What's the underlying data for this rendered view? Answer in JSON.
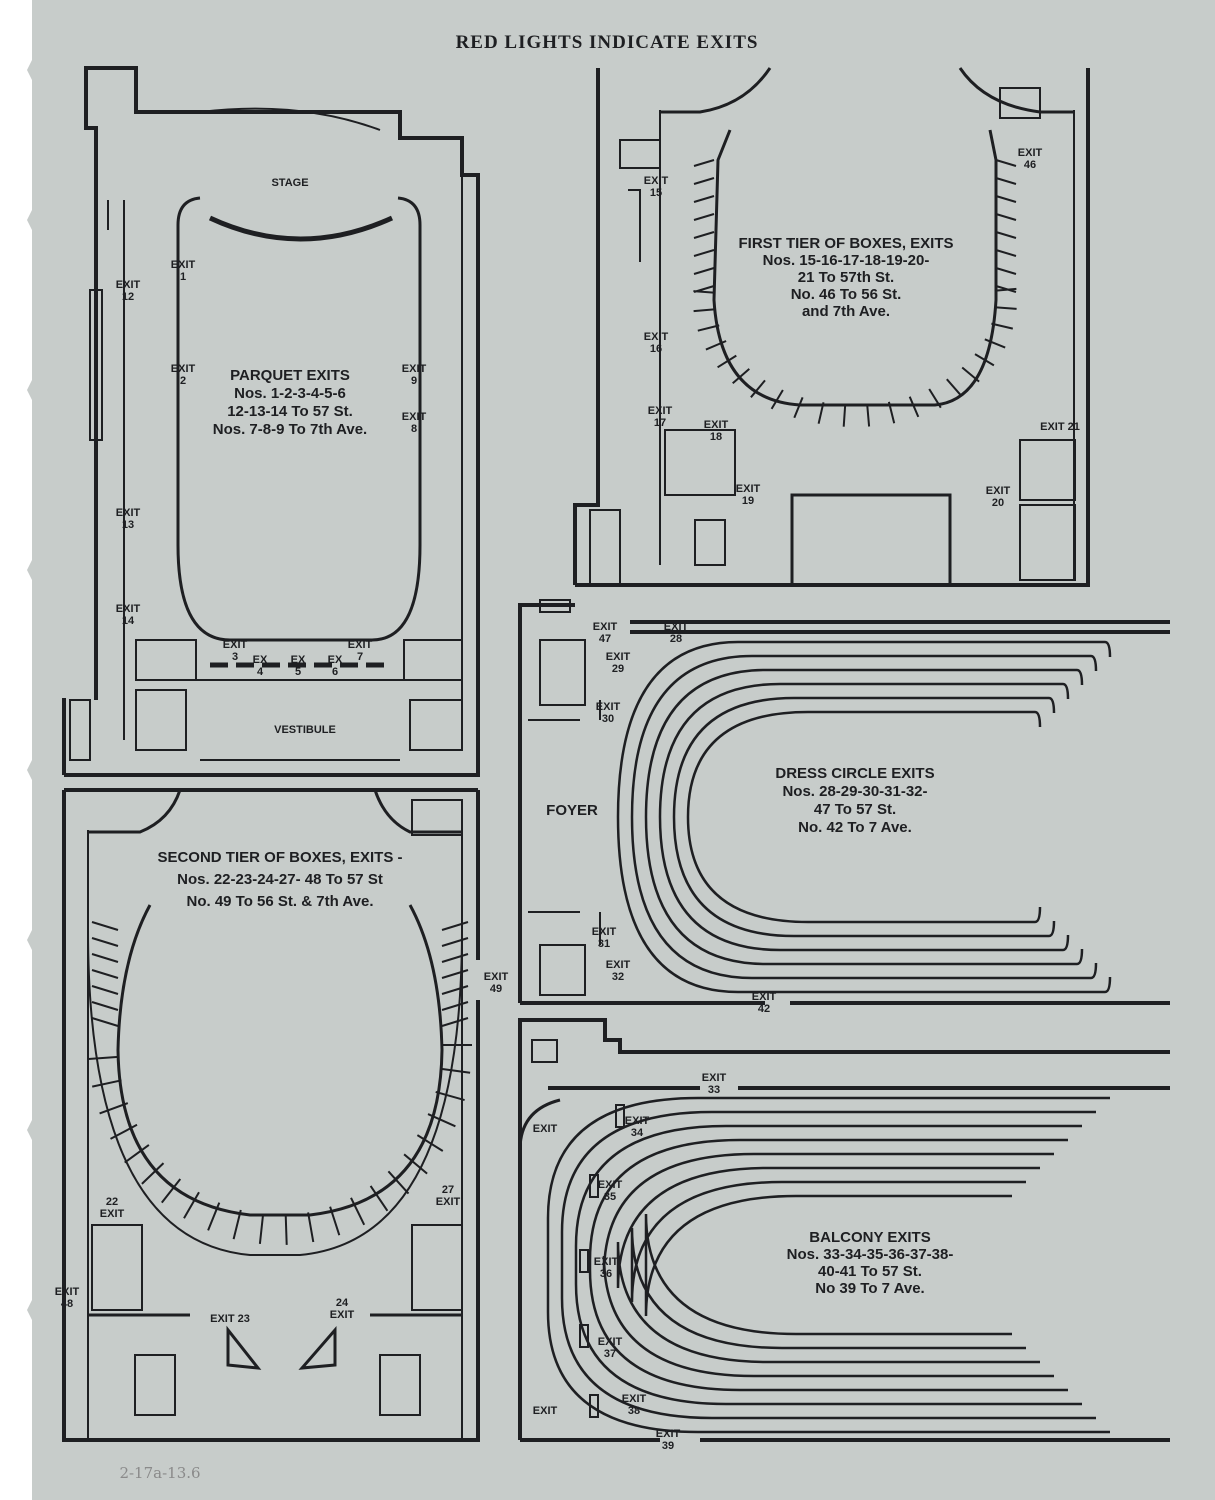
{
  "header": {
    "title": "RED LIGHTS INDICATE EXITS"
  },
  "colors": {
    "paper": "#c7ccca",
    "ink": "#1e1f22",
    "page_edge": "#ffffff"
  },
  "parquet": {
    "stage_label": "STAGE",
    "vestibule_label": "VESTIBULE",
    "caption": [
      "PARQUET EXITS",
      "Nos. 1-2-3-4-5-6",
      "12-13-14 To 57 St.",
      "Nos. 7-8-9 To 7th Ave."
    ],
    "exits": {
      "e1": [
        "EXIT",
        "1"
      ],
      "e2": [
        "EXIT",
        "2"
      ],
      "e9": [
        "EXIT",
        "9"
      ],
      "e8": [
        "EXIT",
        "8"
      ],
      "e12": [
        "EXIT",
        "12"
      ],
      "e13": [
        "EXIT",
        "13"
      ],
      "e14": [
        "EXIT",
        "14"
      ],
      "e3": [
        "EXIT",
        "3"
      ],
      "e4": [
        "EX",
        "4"
      ],
      "e5": [
        "EX",
        "5"
      ],
      "e6": [
        "EX",
        "6"
      ],
      "e7": [
        "EXIT",
        "7"
      ]
    }
  },
  "first_tier": {
    "caption": [
      "FIRST TIER OF BOXES, EXITS",
      "Nos. 15-16-17-18-19-20-",
      "21 To 57th St.",
      "No. 46 To 56 St.",
      "and 7th Ave."
    ],
    "exits": {
      "e15": [
        "EXIT",
        "15"
      ],
      "e16": [
        "EXIT",
        "16"
      ],
      "e17": [
        "EXIT",
        "17"
      ],
      "e18": [
        "EXIT",
        "18"
      ],
      "e19": [
        "EXIT",
        "19"
      ],
      "e20": [
        "EXIT",
        "20"
      ],
      "e21": [
        "EXIT 21"
      ],
      "e46": [
        "EXIT",
        "46"
      ]
    }
  },
  "dress_circle": {
    "foyer_label": "FOYER",
    "caption": [
      "DRESS CIRCLE EXITS",
      "Nos. 28-29-30-31-32-",
      "47 To 57 St.",
      "No. 42 To 7 Ave."
    ],
    "exits": {
      "e47": [
        "EXIT",
        "47"
      ],
      "e28": [
        "EXIT",
        "28"
      ],
      "e29": [
        "EXIT",
        "29"
      ],
      "e30": [
        "EXIT",
        "30"
      ],
      "e31": [
        "EXIT",
        "31"
      ],
      "e32": [
        "EXIT",
        "32"
      ],
      "e42": [
        "EXIT",
        "42"
      ]
    }
  },
  "second_tier": {
    "caption": [
      "SECOND TIER OF BOXES, EXITS -",
      "Nos. 22-23-24-27- 48 To 57 St",
      "No. 49 To 56 St. & 7th Ave."
    ],
    "exits": {
      "e49": [
        "EXIT",
        "49"
      ],
      "e22": [
        "22",
        "EXIT"
      ],
      "e27": [
        "27",
        "EXIT"
      ],
      "e48": [
        "EXIT",
        "48"
      ],
      "e23": [
        "EXIT 23"
      ],
      "e24": [
        "24",
        "EXIT"
      ]
    }
  },
  "balcony": {
    "caption": [
      "BALCONY EXITS",
      "Nos. 33-34-35-36-37-38-",
      "40-41 To 57 St.",
      "No 39 To 7 Ave."
    ],
    "exits": {
      "e33": [
        "EXIT",
        "33"
      ],
      "e34": [
        "EXIT",
        "34"
      ],
      "e35": [
        "EXIT",
        "35"
      ],
      "e36": [
        "EXIT",
        "36"
      ],
      "e37": [
        "EXIT",
        "37"
      ],
      "e38": [
        "EXIT",
        "38"
      ],
      "e39": [
        "EXIT",
        "39"
      ],
      "eL1": [
        "EXIT"
      ],
      "eL2": [
        "EXIT"
      ]
    }
  },
  "handwritten_note": "2-17a-13.6"
}
